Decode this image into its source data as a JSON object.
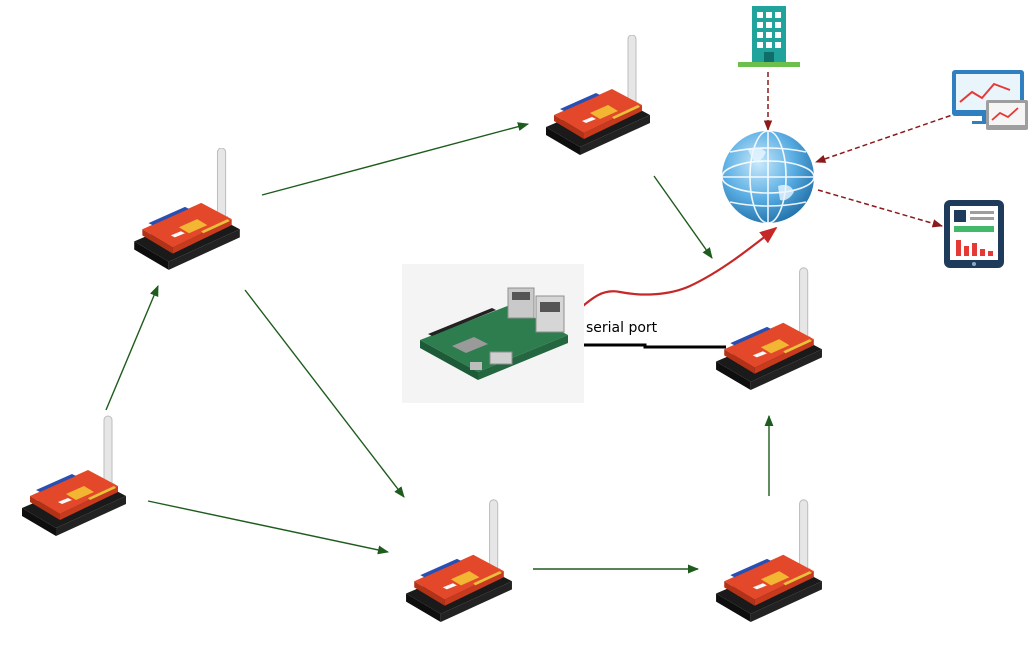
{
  "diagram": {
    "labels": {
      "serial_port": "serial port"
    },
    "nodes": [
      {
        "id": "node-top-center",
        "kind": "lora-arduino-node"
      },
      {
        "id": "node-left-upper",
        "kind": "lora-arduino-node"
      },
      {
        "id": "node-left-lower",
        "kind": "lora-arduino-node"
      },
      {
        "id": "node-bottom-center",
        "kind": "lora-arduino-node"
      },
      {
        "id": "node-bottom-right",
        "kind": "lora-arduino-node"
      },
      {
        "id": "node-gateway",
        "kind": "lora-arduino-node"
      },
      {
        "id": "raspberry-pi",
        "kind": "raspberry-pi-board"
      },
      {
        "id": "internet",
        "kind": "globe"
      },
      {
        "id": "office",
        "kind": "building"
      },
      {
        "id": "desktop",
        "kind": "monitor-dashboard"
      },
      {
        "id": "tablet",
        "kind": "tablet-dashboard"
      }
    ],
    "colors": {
      "mesh_arrow": "#1e5c1e",
      "internet_link": "#c62828",
      "remote_link": "#8b1a1a",
      "serial_link": "#000000",
      "board_red": "#e4482a",
      "board_black": "#1a1a1a",
      "pcb_green": "#2e7d4f",
      "globe_blue": "#3a8fd0",
      "building_teal": "#1fa39b"
    }
  }
}
